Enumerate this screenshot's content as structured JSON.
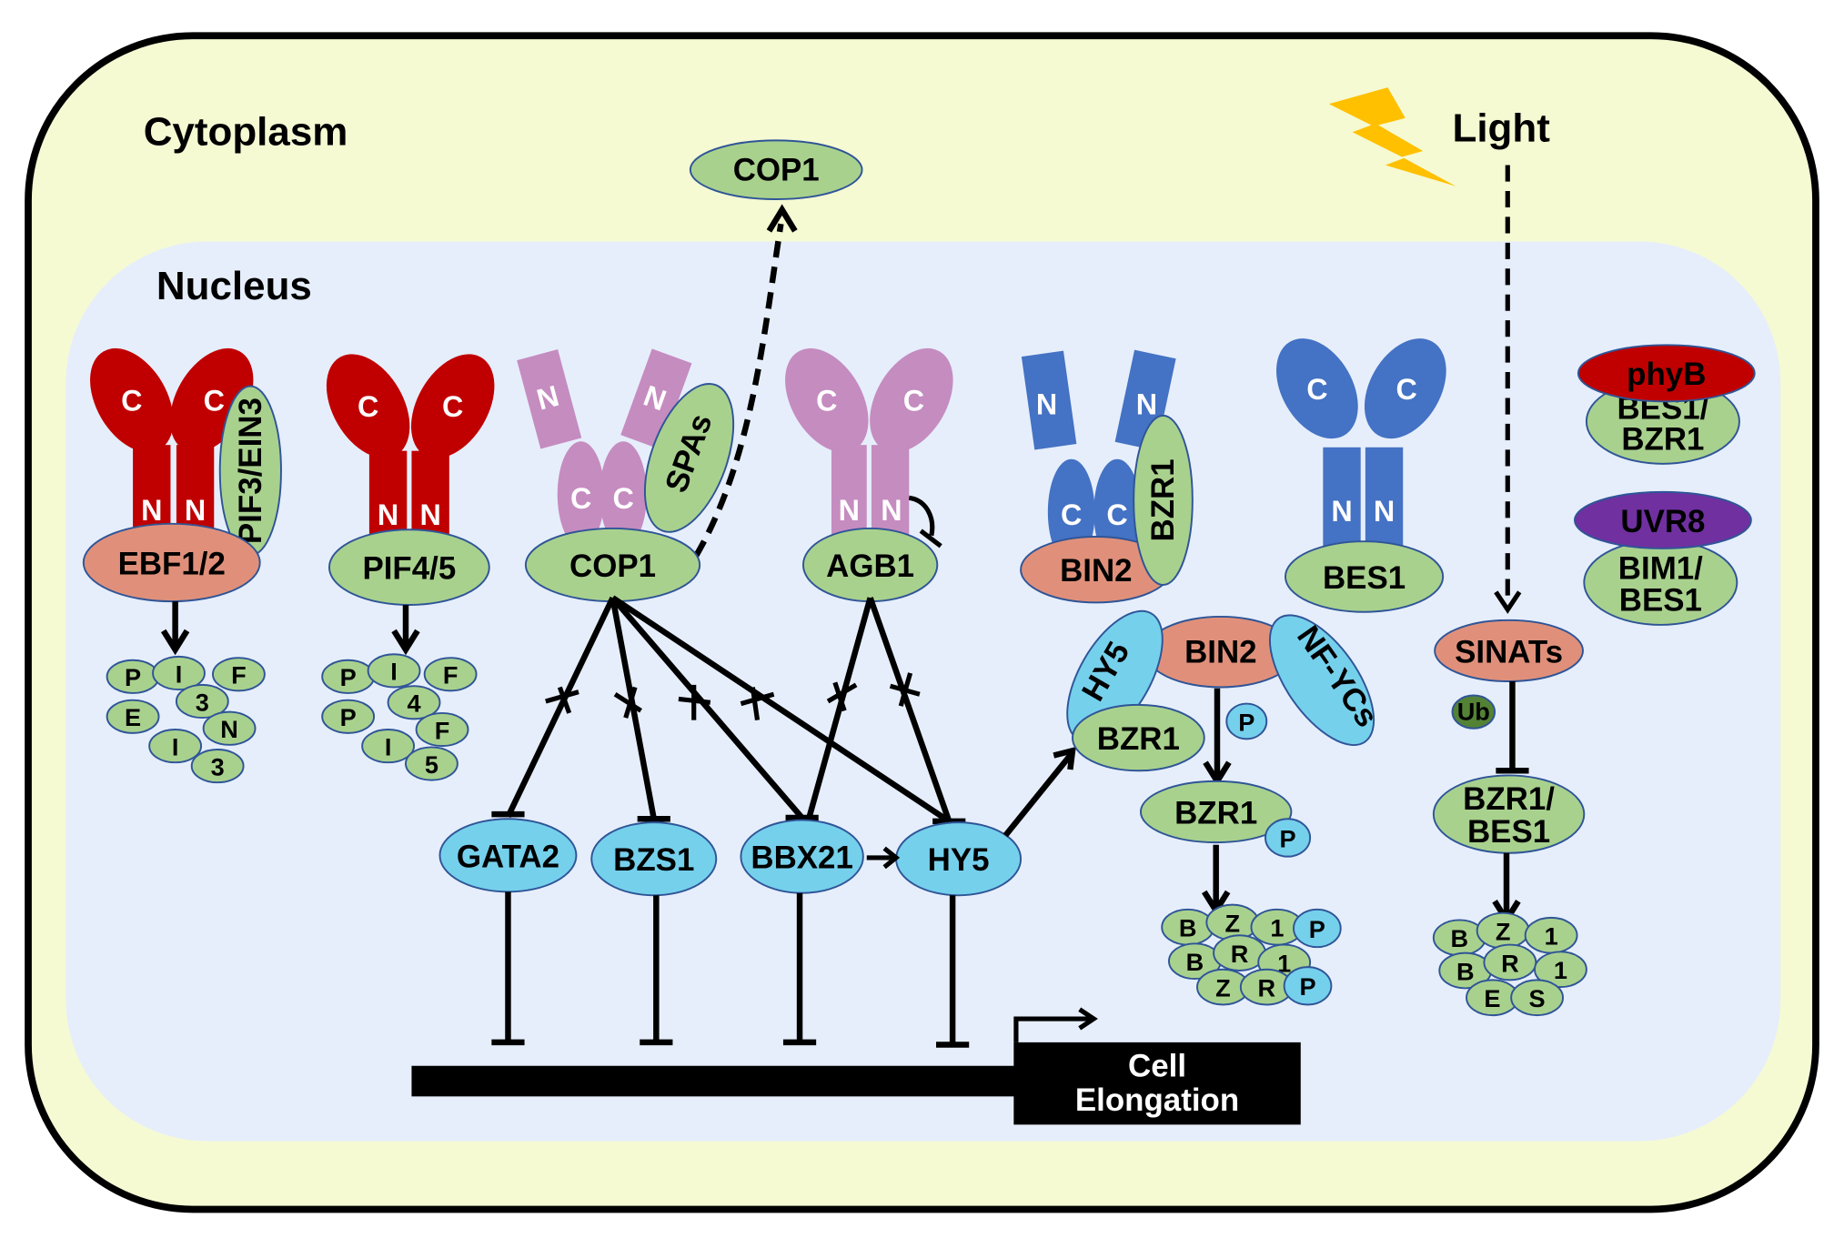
{
  "compartments": {
    "cytoplasm": "Cytoplasm",
    "nucleus": "Nucleus",
    "light": "Light"
  },
  "colors": {
    "cytoplasm_bg": "#f5fad3",
    "nucleus_bg": "#e6eefb",
    "green_protein": "#a9d18e",
    "salmon_protein": "#e0907a",
    "cyan_protein": "#75d0ec",
    "red_dimer": "#c00000",
    "pink_dimer": "#c58cc0",
    "blue_dimer": "#4472c4",
    "phyB": "#c00000",
    "UVR8": "#7030a0",
    "Ub": "#548235",
    "lightning": "#ffc000"
  },
  "domains": {
    "c": "C",
    "n": "N"
  },
  "complexes": {
    "ebf": {
      "base": "EBF1/2",
      "partner": "PIF3/EIN3",
      "fragments": [
        "P",
        "I",
        "F",
        "3",
        "E",
        "N",
        "I",
        "3"
      ]
    },
    "pif45": {
      "base": "PIF4/5",
      "fragments": [
        "P",
        "I",
        "F",
        "4",
        "P",
        "F",
        "I",
        "5"
      ]
    },
    "cop1": {
      "base": "COP1",
      "partner": "SPAs",
      "exported": "COP1"
    },
    "agb1": {
      "base": "AGB1"
    },
    "bin2": {
      "base": "BIN2",
      "partner": "BZR1"
    },
    "bes1": {
      "base": "BES1"
    },
    "phyb": {
      "top": "phyB",
      "bottom_line1": "BES1/",
      "bottom_line2": "BZR1"
    },
    "uvr8": {
      "top": "UVR8",
      "bottom_line1": "BIM1/",
      "bottom_line2": "BES1"
    }
  },
  "targets": {
    "gata2": "GATA2",
    "bzs1": "BZS1",
    "bbx21": "BBX21",
    "hy5": "HY5"
  },
  "bin2_module": {
    "hy5": "HY5",
    "bin2": "BIN2",
    "nfycs": "NF-YCs",
    "bzr1": "BZR1",
    "phospho": "P",
    "bzr1_p": "BZR1",
    "bzr1_p_tag": "P",
    "fragments": [
      "B",
      "Z",
      "1",
      "P",
      "B",
      "R",
      "1",
      "Z",
      "R",
      "P"
    ]
  },
  "sinat_module": {
    "sinats": "SINATs",
    "ub": "Ub",
    "target_line1": "BZR1/",
    "target_line2": "BES1",
    "fragments": [
      "B",
      "Z",
      "1",
      "B",
      "R",
      "1",
      "E",
      "S"
    ]
  },
  "output": {
    "line1": "Cell",
    "line2": "Elongation"
  }
}
